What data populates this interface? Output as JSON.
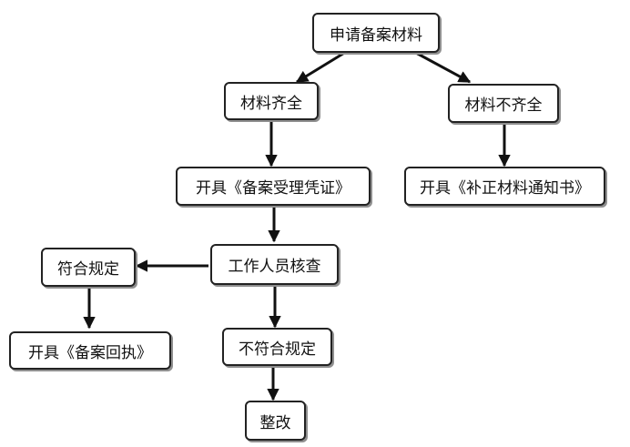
{
  "nodes": {
    "apply": "申请备案材料",
    "complete": "材料齐全",
    "incomplete": "材料不齐全",
    "receipt_voucher": "开具《备案受理凭证》",
    "supplement_notice": "开具《补正材料通知书》",
    "review": "工作人员核查",
    "compliant": "符合规定",
    "noncompliant": "不符合规定",
    "filing_receipt": "开具《备案回执》",
    "rectify": "整改"
  },
  "colors": {
    "line": "#111111",
    "border": "#222222",
    "shadow": "#8f8f8f"
  }
}
